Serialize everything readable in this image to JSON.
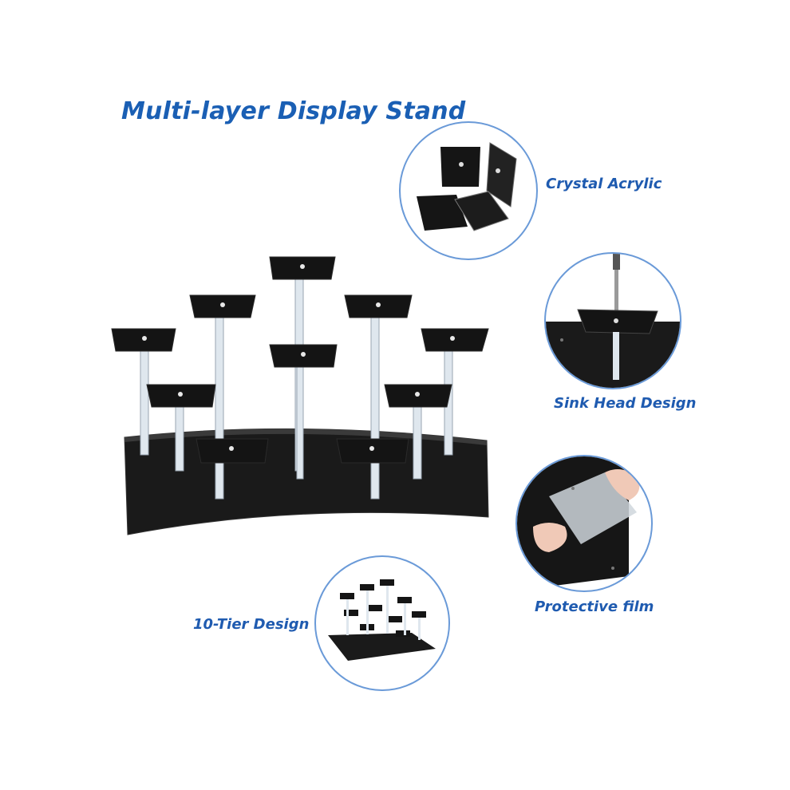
{
  "title": "Multi-layer Display Stand",
  "features": [
    {
      "label": "Crystal Acrylic",
      "icon": "acrylic-pieces"
    },
    {
      "label": "Sink Head Design",
      "icon": "screwdriver-sink-head"
    },
    {
      "label": "Protective film",
      "icon": "peeling-film"
    },
    {
      "label": "10-Tier Design",
      "icon": "mini-stand"
    }
  ],
  "colors": {
    "accent": "#1a5fb4",
    "circle_border": "#6a9ad8",
    "acrylic_black": "#111111"
  }
}
